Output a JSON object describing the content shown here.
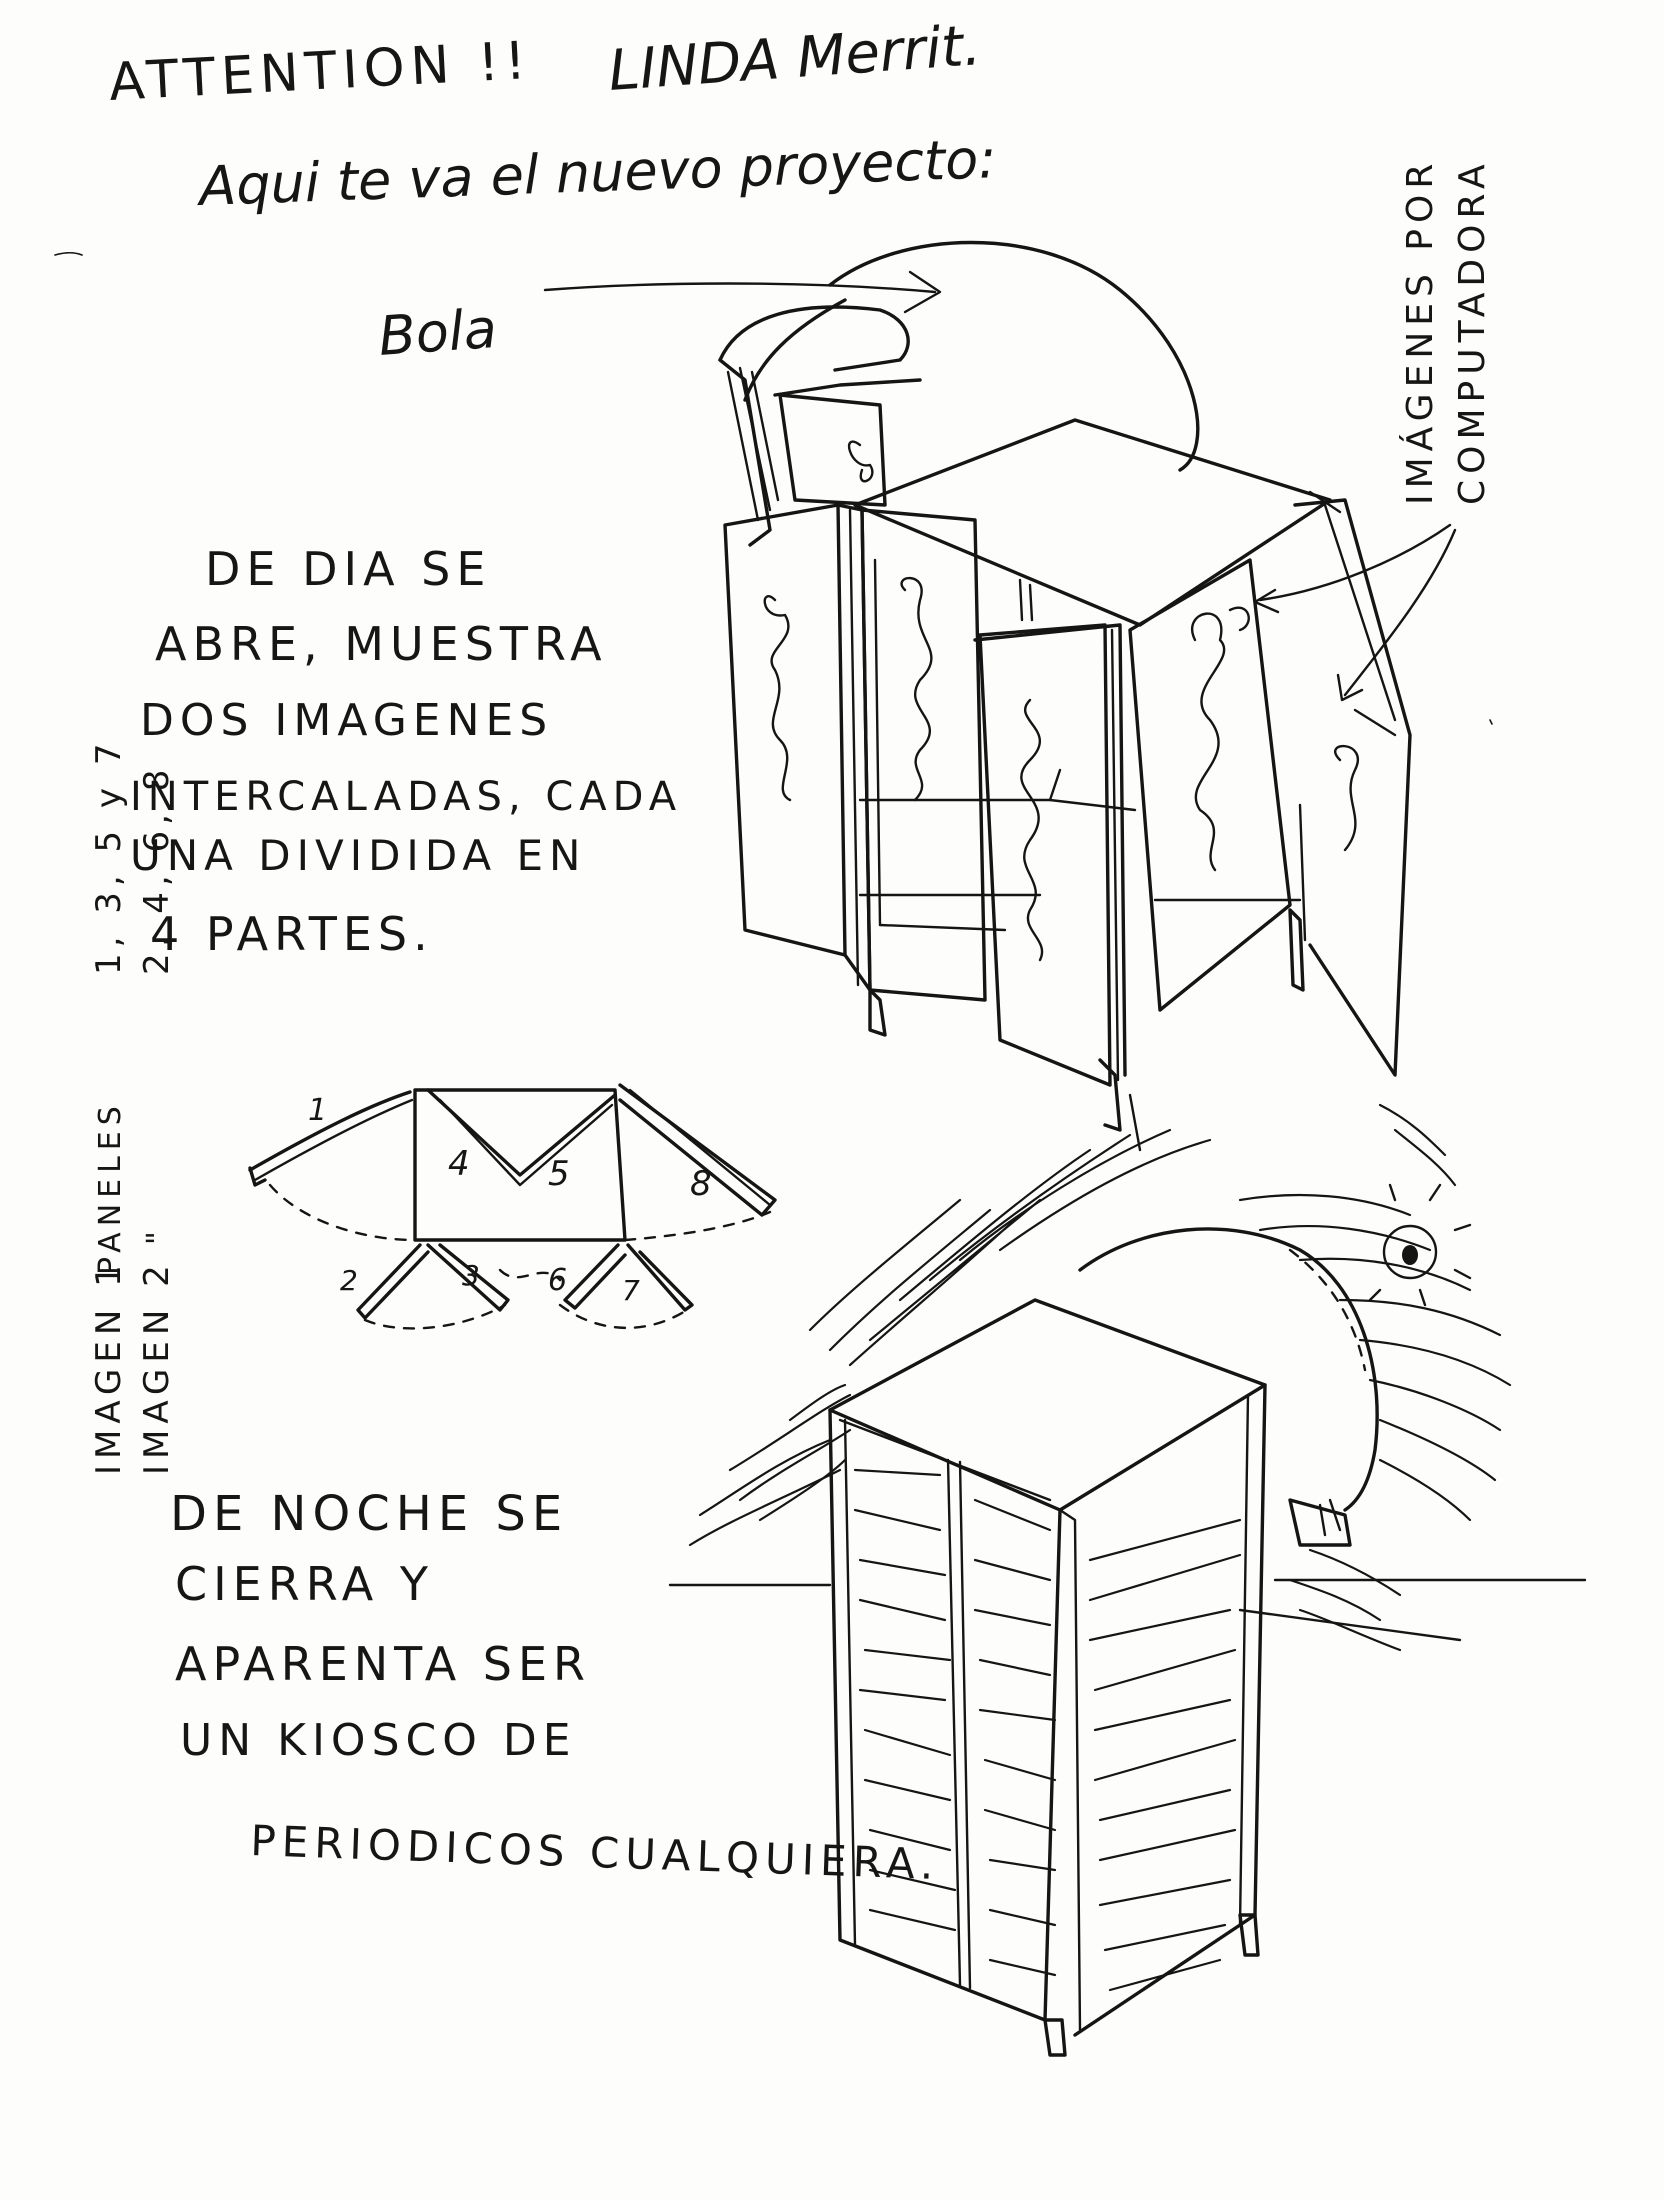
{
  "header": {
    "line1_left": "ATTENTION !!",
    "line1_right": "LINDA Merrit.",
    "line2": "Aqui te va el nuevo proyecto:"
  },
  "labels": {
    "ball": "Bola",
    "computer_images_line1": "IMÁGENES POR",
    "computer_images_line2": "COMPUTADORA"
  },
  "day_note": [
    "DE DIA SE",
    "ABRE, MUESTRA",
    "DOS IMAGENES",
    "INTERCALADAS, CADA",
    "UNA DIVIDIDA EN",
    "4 PARTES."
  ],
  "panel_legend": {
    "image1_label": "IMAGEN 1",
    "image2_label": "IMAGEN 2",
    "panels_word": "PANELES",
    "ditto": "\"",
    "image1_panels": "1, 3, 5 y 7",
    "image2_panels": "2, 4, 6, 8"
  },
  "plan_numbers": [
    "1",
    "2",
    "3",
    "4",
    "5",
    "6",
    "7",
    "8"
  ],
  "night_note": [
    "DE NOCHE SE",
    "CIERRA Y",
    "APARENTA SER",
    "UN KIOSCO DE",
    "PERIODICOS CUALQUIERA."
  ]
}
